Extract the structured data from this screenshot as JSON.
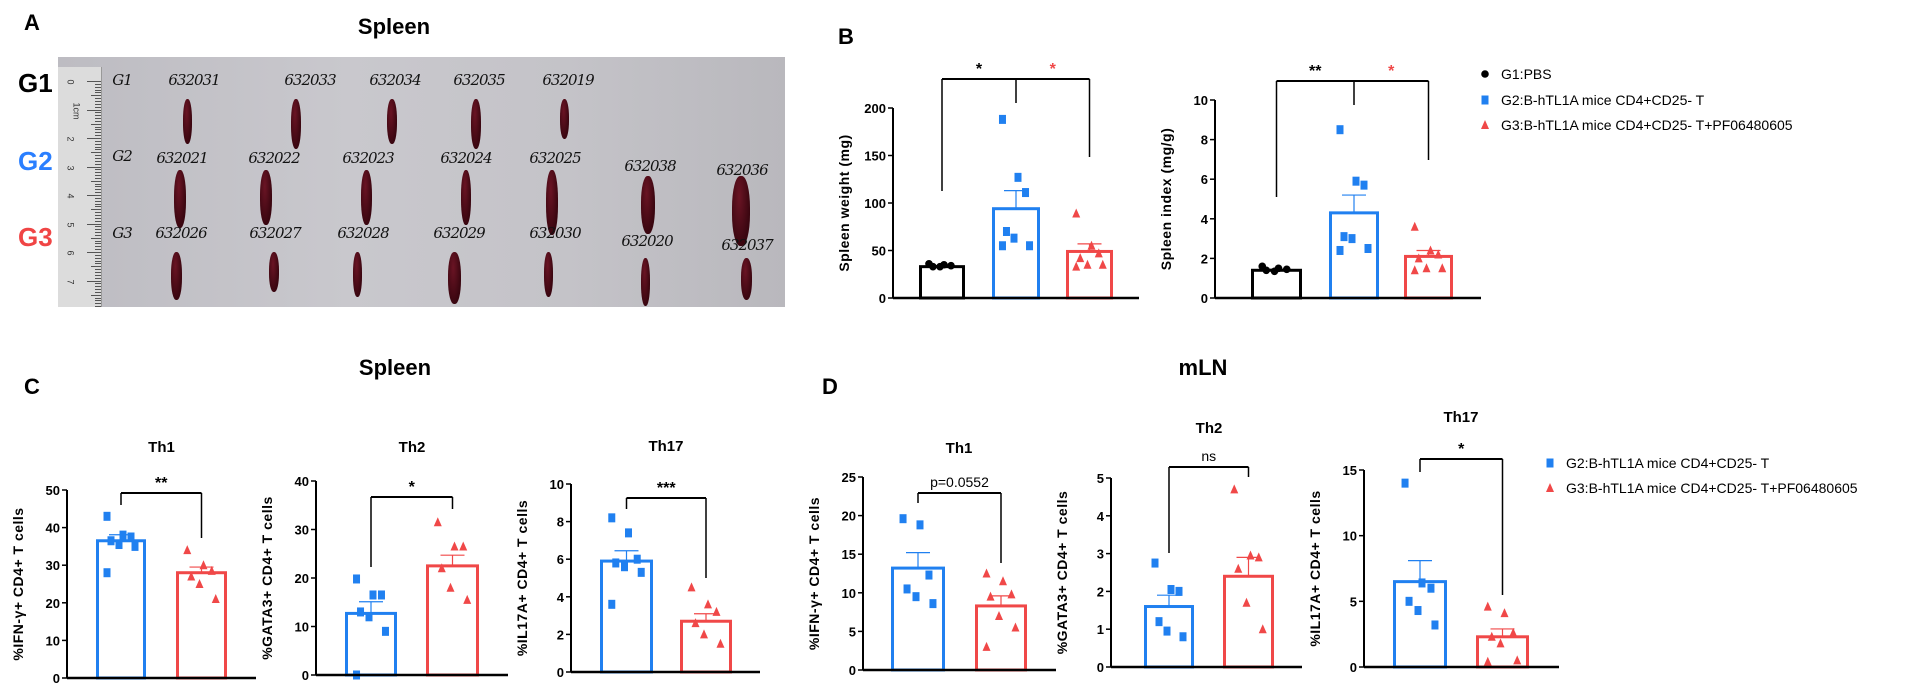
{
  "panel_labels": {
    "a": "A",
    "b": "B",
    "c": "C",
    "d": "D"
  },
  "section_titles": {
    "a": "Spleen",
    "c": "Spleen",
    "d": "mLN"
  },
  "photo": {
    "group_labels": [
      {
        "text": "G1",
        "color": "#000000"
      },
      {
        "text": "G2",
        "color": "#2a7fff"
      },
      {
        "text": "G3",
        "color": "#f04545"
      }
    ],
    "row_tags": [
      "G1",
      "G2",
      "G3"
    ],
    "sample_ids": [
      [
        "632031",
        "632033",
        "632034",
        "632035",
        "632019"
      ],
      [
        "632021",
        "632022",
        "632023",
        "632024",
        "632025",
        "632038",
        "632036"
      ],
      [
        "632026",
        "632027",
        "632028",
        "632029",
        "632030",
        "632020",
        "632037"
      ]
    ],
    "ruler_ticks": [
      "0",
      "1cm",
      "2",
      "3",
      "4",
      "5",
      "6",
      "7"
    ]
  },
  "legend_b": [
    {
      "label": "G1:PBS",
      "color": "#000000",
      "marker": "circle"
    },
    {
      "label": "G2:B-hTL1A mice CD4+CD25- T",
      "color": "#2080f0",
      "marker": "square"
    },
    {
      "label": "G3:B-hTL1A mice CD4+CD25- T+PF06480605",
      "color": "#f04848",
      "marker": "triangle"
    }
  ],
  "legend_d": [
    {
      "label": "G2:B-hTL1A mice CD4+CD25- T",
      "color": "#2080f0",
      "marker": "square"
    },
    {
      "label": "G3:B-hTL1A mice CD4+CD25- T+PF06480605",
      "color": "#f04848",
      "marker": "triangle"
    }
  ],
  "chart_data": [
    {
      "type": "bar",
      "panel": "B",
      "title": "",
      "xlabel": "",
      "ylabel": "Spleen weight (mg)",
      "ylim": [
        0,
        200
      ],
      "yticks": [
        0,
        50,
        100,
        150,
        200
      ],
      "groups": [
        {
          "name": "G1:PBS",
          "color": "#000000",
          "marker": "circle",
          "mean": 33,
          "sem": 1,
          "points": [
            36,
            35,
            34,
            33,
            33
          ]
        },
        {
          "name": "G2:B-hTL1A mice CD4+CD25- T",
          "color": "#2080f0",
          "marker": "square",
          "mean": 94,
          "sem": 19,
          "points": [
            188,
            127,
            111,
            70,
            63,
            55,
            55
          ]
        },
        {
          "name": "G3:B-hTL1A mice CD4+CD25- T+PF06480605",
          "color": "#f04848",
          "marker": "triangle",
          "mean": 49,
          "sem": 8,
          "points": [
            89,
            55,
            47,
            42,
            35,
            35,
            33
          ]
        }
      ],
      "comparisons": [
        {
          "groups": [
            0,
            1
          ],
          "label": "*",
          "color": "#000000"
        },
        {
          "groups": [
            1,
            2
          ],
          "label": "*",
          "color": "#f04848"
        }
      ]
    },
    {
      "type": "bar",
      "panel": "B",
      "title": "",
      "xlabel": "",
      "ylabel": "Spleen index (mg/g)",
      "ylim": [
        0,
        10
      ],
      "yticks": [
        0,
        2,
        4,
        6,
        8,
        10
      ],
      "groups": [
        {
          "name": "G1:PBS",
          "color": "#000000",
          "marker": "circle",
          "mean": 1.4,
          "sem": 0.05,
          "points": [
            1.6,
            1.5,
            1.45,
            1.4,
            1.35
          ]
        },
        {
          "name": "G2:B-hTL1A mice CD4+CD25- T",
          "color": "#2080f0",
          "marker": "square",
          "mean": 4.3,
          "sem": 0.9,
          "points": [
            8.5,
            5.9,
            5.7,
            3.1,
            3.0,
            2.5,
            2.4
          ]
        },
        {
          "name": "G3:B-hTL1A mice CD4+CD25- T+PF06480605",
          "color": "#f04848",
          "marker": "triangle",
          "mean": 2.1,
          "sem": 0.3,
          "points": [
            3.6,
            2.4,
            2.2,
            2.0,
            1.5,
            1.5,
            1.4
          ]
        }
      ],
      "comparisons": [
        {
          "groups": [
            0,
            1
          ],
          "label": "**",
          "color": "#000000"
        },
        {
          "groups": [
            1,
            2
          ],
          "label": "*",
          "color": "#f04848"
        }
      ]
    },
    {
      "type": "bar",
      "panel": "C",
      "title": "Th1",
      "xlabel": "",
      "ylabel": "%IFN-γ+ CD4+ T cells",
      "ylim": [
        0,
        50
      ],
      "yticks": [
        0,
        10,
        20,
        30,
        40,
        50
      ],
      "groups": [
        {
          "name": "G2",
          "color": "#2080f0",
          "marker": "square",
          "mean": 36.5,
          "sem": 1.6,
          "points": [
            43,
            38,
            37.5,
            36.5,
            35.5,
            35,
            28
          ]
        },
        {
          "name": "G3",
          "color": "#f04848",
          "marker": "triangle",
          "mean": 28,
          "sem": 1.5,
          "points": [
            34,
            30,
            28.5,
            27,
            25,
            21
          ]
        }
      ],
      "comparisons": [
        {
          "groups": [
            0,
            1
          ],
          "label": "**",
          "color": "#000000"
        }
      ]
    },
    {
      "type": "bar",
      "panel": "C",
      "title": "Th2",
      "xlabel": "",
      "ylabel": "%GATA3+ CD4+ T cells",
      "ylim": [
        0,
        40
      ],
      "yticks": [
        0,
        10,
        20,
        30,
        40
      ],
      "groups": [
        {
          "name": "G2",
          "color": "#2080f0",
          "marker": "square",
          "mean": 12.7,
          "sem": 2.4,
          "points": [
            19.8,
            16.5,
            16.5,
            13,
            12,
            9,
            0
          ]
        },
        {
          "name": "G3",
          "color": "#f04848",
          "marker": "triangle",
          "mean": 22.5,
          "sem": 2.2,
          "points": [
            31.5,
            26.5,
            26.5,
            22,
            18,
            15.5
          ]
        }
      ],
      "comparisons": [
        {
          "groups": [
            0,
            1
          ],
          "label": "*",
          "color": "#000000"
        }
      ]
    },
    {
      "type": "bar",
      "panel": "C",
      "title": "Th17",
      "xlabel": "",
      "ylabel": "%IL17A+ CD4+ T cells",
      "ylim": [
        0,
        10
      ],
      "yticks": [
        0,
        2,
        4,
        6,
        8,
        10
      ],
      "groups": [
        {
          "name": "G2",
          "color": "#2080f0",
          "marker": "square",
          "mean": 5.9,
          "sem": 0.55,
          "points": [
            8.2,
            7.4,
            6.0,
            5.8,
            5.6,
            5.3,
            3.6
          ]
        },
        {
          "name": "G3",
          "color": "#f04848",
          "marker": "triangle",
          "mean": 2.7,
          "sem": 0.4,
          "points": [
            4.5,
            3.6,
            3.2,
            2.6,
            2.0,
            1.5
          ]
        }
      ],
      "comparisons": [
        {
          "groups": [
            0,
            1
          ],
          "label": "***",
          "color": "#000000"
        }
      ]
    },
    {
      "type": "bar",
      "panel": "D",
      "title": "Th1",
      "xlabel": "",
      "ylabel": "%IFN-γ+ CD4+ T cells",
      "ylim": [
        0,
        25
      ],
      "yticks": [
        0,
        5,
        10,
        15,
        20,
        25
      ],
      "groups": [
        {
          "name": "G2",
          "color": "#2080f0",
          "marker": "square",
          "mean": 13.2,
          "sem": 2.0,
          "points": [
            19.6,
            18.8,
            12.3,
            10.5,
            9.5,
            8.6
          ]
        },
        {
          "name": "G3",
          "color": "#f04848",
          "marker": "triangle",
          "mean": 8.3,
          "sem": 1.3,
          "points": [
            12.5,
            11.5,
            9.8,
            9.5,
            7,
            5.5,
            3
          ]
        }
      ],
      "comparisons": [
        {
          "groups": [
            0,
            1
          ],
          "label": "p=0.0552",
          "color": "#000000"
        }
      ]
    },
    {
      "type": "bar",
      "panel": "D",
      "title": "Th2",
      "xlabel": "",
      "ylabel": "%GATA3+ CD4+ T cells",
      "ylim": [
        0,
        5
      ],
      "yticks": [
        0,
        1,
        2,
        3,
        4,
        5
      ],
      "groups": [
        {
          "name": "G2",
          "color": "#2080f0",
          "marker": "square",
          "mean": 1.6,
          "sem": 0.3,
          "points": [
            2.75,
            2.05,
            2.0,
            1.2,
            0.95,
            0.8
          ]
        },
        {
          "name": "G3",
          "color": "#f04848",
          "marker": "triangle",
          "mean": 2.4,
          "sem": 0.5,
          "points": [
            4.7,
            2.95,
            2.9,
            2.6,
            1.7,
            1.0
          ]
        }
      ],
      "comparisons": [
        {
          "groups": [
            0,
            1
          ],
          "label": "ns",
          "color": "#000000"
        }
      ]
    },
    {
      "type": "bar",
      "panel": "D",
      "title": "Th17",
      "xlabel": "",
      "ylabel": "%IL17A+ CD4+ T cells",
      "ylim": [
        0,
        15
      ],
      "yticks": [
        0,
        5,
        10,
        15
      ],
      "groups": [
        {
          "name": "G2",
          "color": "#2080f0",
          "marker": "square",
          "mean": 6.5,
          "sem": 1.6,
          "points": [
            14,
            6.4,
            6.0,
            5.0,
            4.3,
            3.2
          ]
        },
        {
          "name": "G3",
          "color": "#f04848",
          "marker": "triangle",
          "mean": 2.3,
          "sem": 0.6,
          "points": [
            4.6,
            4.1,
            2.6,
            2.3,
            1.8,
            0.5,
            0.4
          ]
        }
      ],
      "comparisons": [
        {
          "groups": [
            0,
            1
          ],
          "label": "*",
          "color": "#000000"
        }
      ]
    }
  ]
}
